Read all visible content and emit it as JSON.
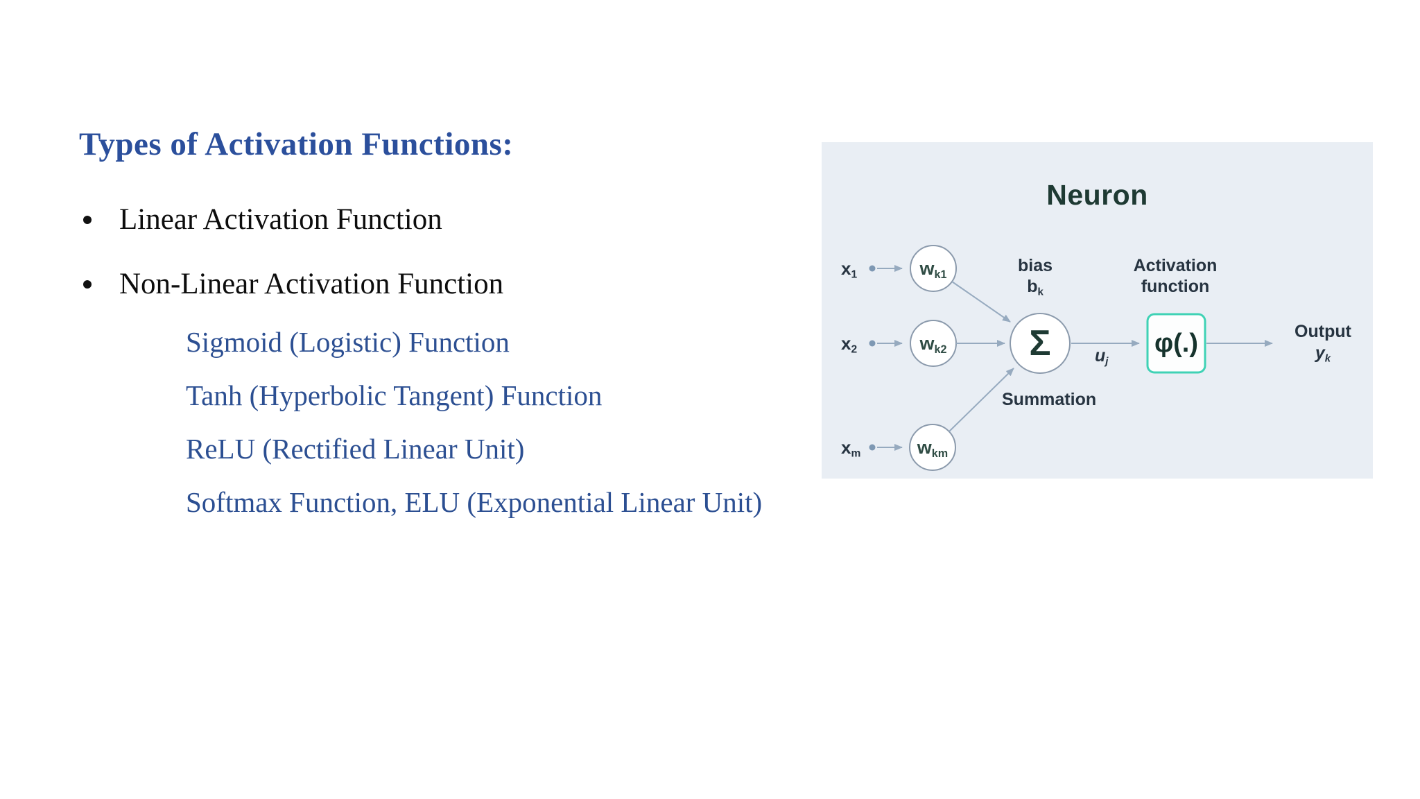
{
  "slide": {
    "title": "Types of Activation Functions:",
    "bullets": [
      "Linear Activation Function",
      "Non-Linear Activation Function"
    ],
    "sub_bullets": [
      "Sigmoid (Logistic) Function",
      "Tanh (Hyperbolic Tangent) Function",
      "ReLU (Rectified Linear Unit)",
      "Softmax Function, ELU (Exponential Linear Unit)"
    ],
    "colors": {
      "title_blue": "#2b4f9c",
      "sub_item_blue": "#2c4f92",
      "body_text": "#0d0d0d"
    }
  },
  "diagram": {
    "title": "Neuron",
    "inputs": [
      {
        "base": "x",
        "sub": "1"
      },
      {
        "base": "x",
        "sub": "2"
      },
      {
        "base": "x",
        "sub": "m"
      }
    ],
    "weights": [
      {
        "base": "w",
        "sub": "k1"
      },
      {
        "base": "w",
        "sub": "k2"
      },
      {
        "base": "w",
        "sub": "km"
      }
    ],
    "bias": {
      "label": "bias",
      "symbol": {
        "base": "b",
        "sub": "k"
      }
    },
    "summation": {
      "symbol": "Σ",
      "label": "Summation"
    },
    "pre_activation": {
      "base": "u",
      "sub": "j"
    },
    "activation": {
      "label_line1": "Activation",
      "label_line2": "function",
      "symbol": "φ(.)"
    },
    "output": {
      "label": "Output",
      "symbol": {
        "base": "y",
        "sub": "k"
      }
    },
    "colors": {
      "panel_bg": "#e9eef4",
      "node_stroke": "#8b9aac",
      "arrow": "#96aabf",
      "accent_teal": "#3fd2b5",
      "dark_green_text": "#1e3a33",
      "slate_text": "#273441"
    }
  }
}
